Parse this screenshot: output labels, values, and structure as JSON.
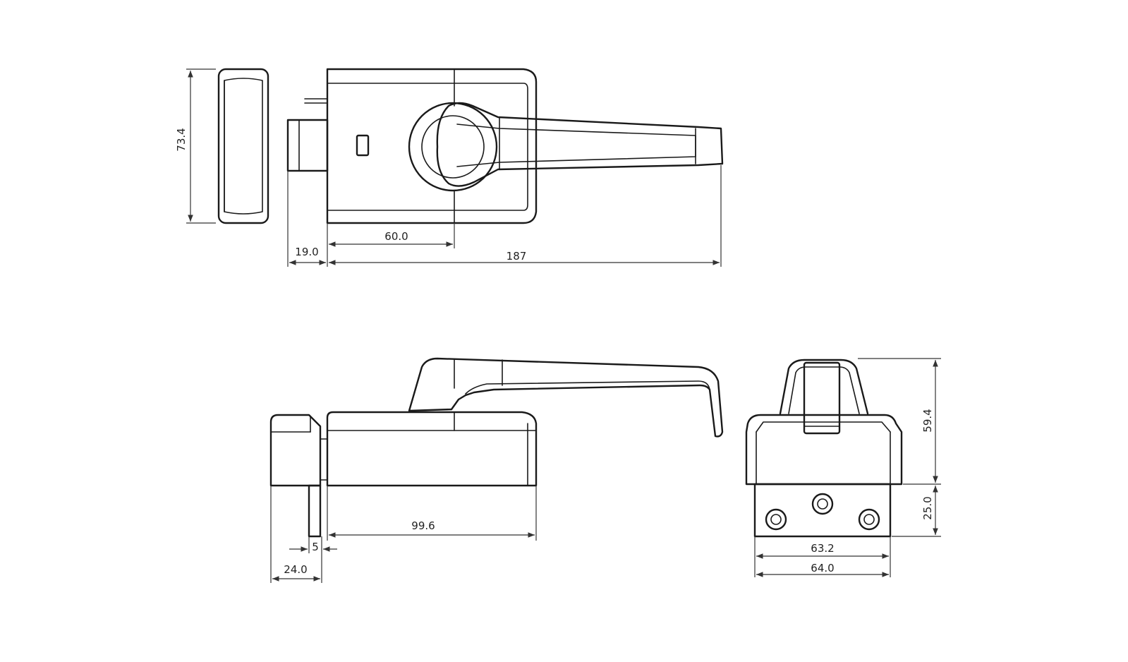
{
  "drawing": {
    "top_view": {
      "height_left": "73.4",
      "width_bottom_small": "19.0",
      "width_inner": "60.0",
      "width_total": "187"
    },
    "side_view": {
      "body_length": "99.6",
      "gap": "5",
      "keeper_width": "24.0"
    },
    "end_view": {
      "height_upper": "59.4",
      "height_lower": "25.0",
      "hole_spacing": "63.2",
      "base_width": "64.0"
    }
  }
}
